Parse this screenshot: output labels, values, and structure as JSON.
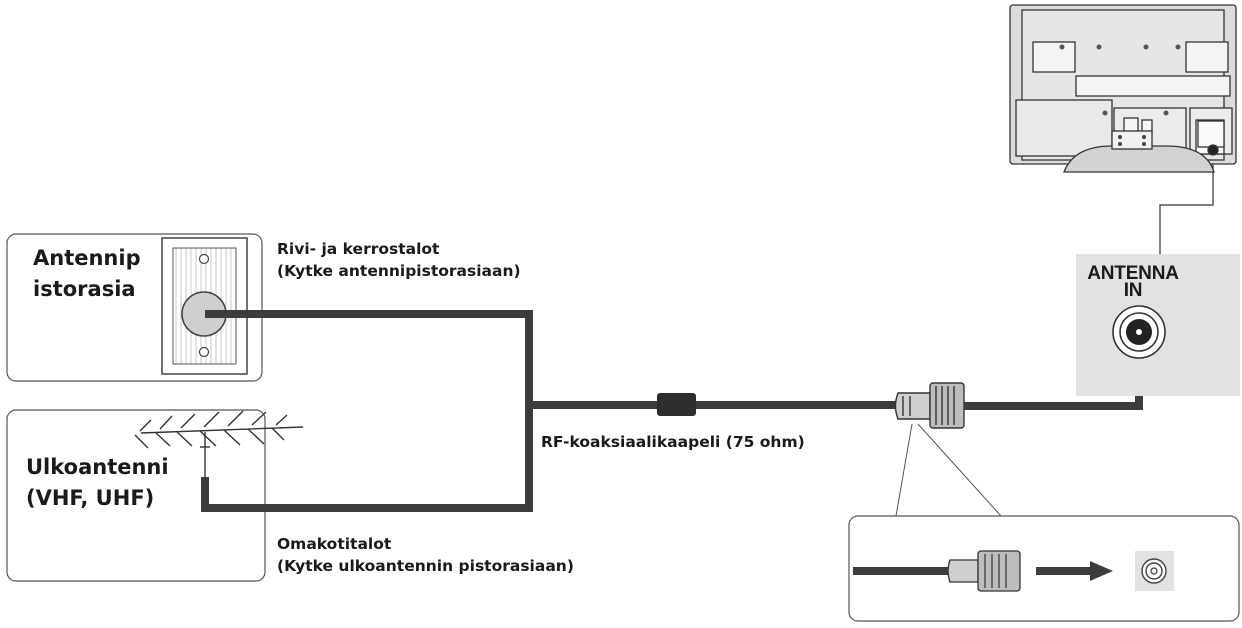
{
  "wall_outlet_box": {
    "title_line1": "Antennip",
    "title_line2": "istorasia"
  },
  "outdoor_antenna_box": {
    "title_line1": "Ulkoantenni",
    "title_line2": "(VHF, UHF)"
  },
  "apartment_note": {
    "line1": "Rivi- ja kerrostalot",
    "line2": "(Kytke antennipistorasiaan)"
  },
  "house_note": {
    "line1": "Omakotitalot",
    "line2": "(Kytke ulkoantennin pistorasiaan)"
  },
  "cable_label": "RF-koaksiaalikaapeli (75 ohm)",
  "tv_port": {
    "label_line1": "ANTENNA",
    "label_line2": "IN"
  },
  "colors": {
    "cable": "#3c3c3c",
    "port_panel": "#e2e2e2",
    "box_border": "#555555",
    "tv_body": "#dcdcdc"
  }
}
